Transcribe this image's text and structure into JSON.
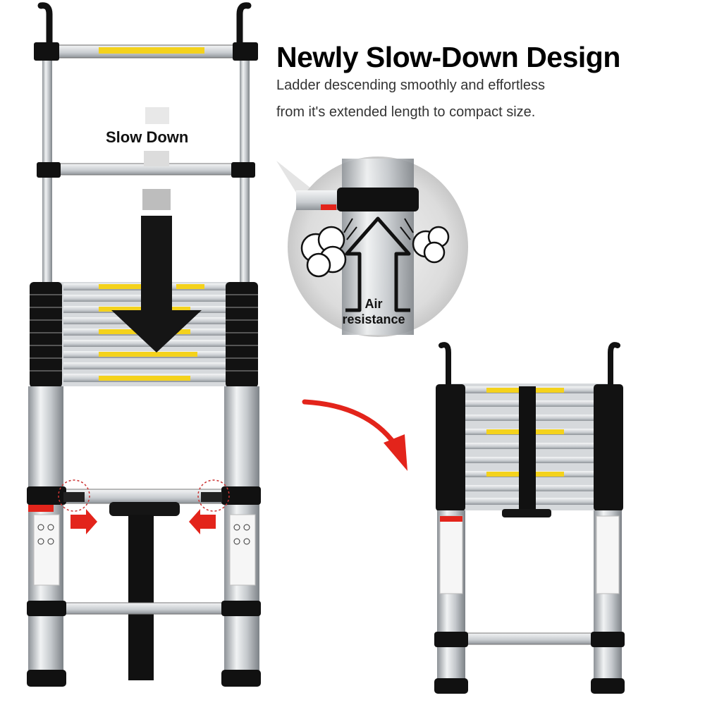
{
  "headline": "Newly Slow-Down Design",
  "subtitle_line1": "Ladder descending smoothly and effortless",
  "subtitle_line2": "from it's extended length to compact size.",
  "slow_down_label": "Slow Down",
  "air_label_1": "Air",
  "air_label_2": "resistance",
  "colors": {
    "accent_red": "#e3241b",
    "black": "#111111",
    "aluminium": "#c9cccf",
    "warning_yellow": "#f4d21c"
  }
}
